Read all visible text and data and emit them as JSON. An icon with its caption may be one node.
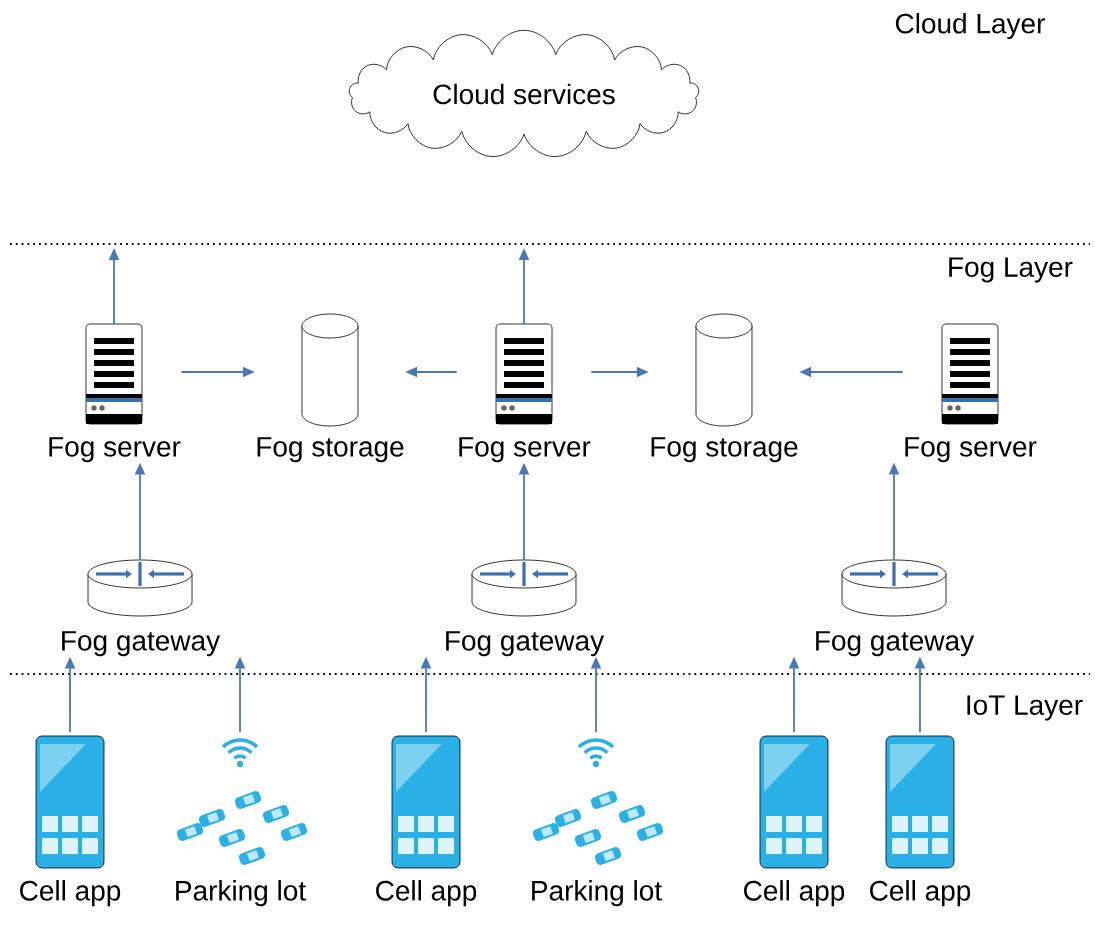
{
  "diagram": {
    "nodes": [
      {
        "text": [
          "Cloud services"
        ]
      },
      {
        "text": [
          "Fog server"
        ]
      },
      {
        "text": [
          "Fog storage"
        ]
      },
      {
        "text": [
          "Fog server"
        ]
      },
      {
        "text": [
          "Fog storage"
        ]
      },
      {
        "text": [
          "Fog server"
        ]
      },
      {
        "text": [
          "Fog gateway"
        ]
      },
      {
        "text": [
          "Fog gateway"
        ]
      },
      {
        "text": [
          "Fog gateway"
        ]
      },
      {
        "text": [
          "Cell app"
        ]
      },
      {
        "text": [
          "Parking lot"
        ]
      },
      {
        "text": [
          "Cell app"
        ]
      },
      {
        "text": [
          "Parking lot"
        ]
      },
      {
        "text": [
          "Cell app"
        ]
      },
      {
        "text": [
          "Cell app"
        ]
      }
    ],
    "edges": [
      {
        "from": 1,
        "to": 2,
        "arrow": "to"
      },
      {
        "from": 3,
        "to": 2,
        "arrow": "to"
      },
      {
        "from": 3,
        "to": 4,
        "arrow": "to"
      },
      {
        "from": 5,
        "to": 4,
        "arrow": "to"
      },
      {
        "from": 6,
        "to": 1,
        "arrow": "to"
      },
      {
        "from": 7,
        "to": 3,
        "arrow": "to"
      },
      {
        "from": 8,
        "to": 5,
        "arrow": "to"
      },
      {
        "from": 1,
        "to": null,
        "arrow": "to"
      },
      {
        "from": 3,
        "to": null,
        "arrow": "to"
      },
      {
        "from": 9,
        "to": 6,
        "arrow": "to"
      },
      {
        "from": 10,
        "to": 6,
        "arrow": "to"
      },
      {
        "from": 11,
        "to": 7,
        "arrow": "to"
      },
      {
        "from": 12,
        "to": 7,
        "arrow": "to"
      },
      {
        "from": 13,
        "to": 8,
        "arrow": "to"
      },
      {
        "from": 14,
        "to": 8,
        "arrow": "to"
      }
    ],
    "labels": [
      "Cloud Layer",
      "Fog Layer",
      "IoT Layer"
    ]
  }
}
